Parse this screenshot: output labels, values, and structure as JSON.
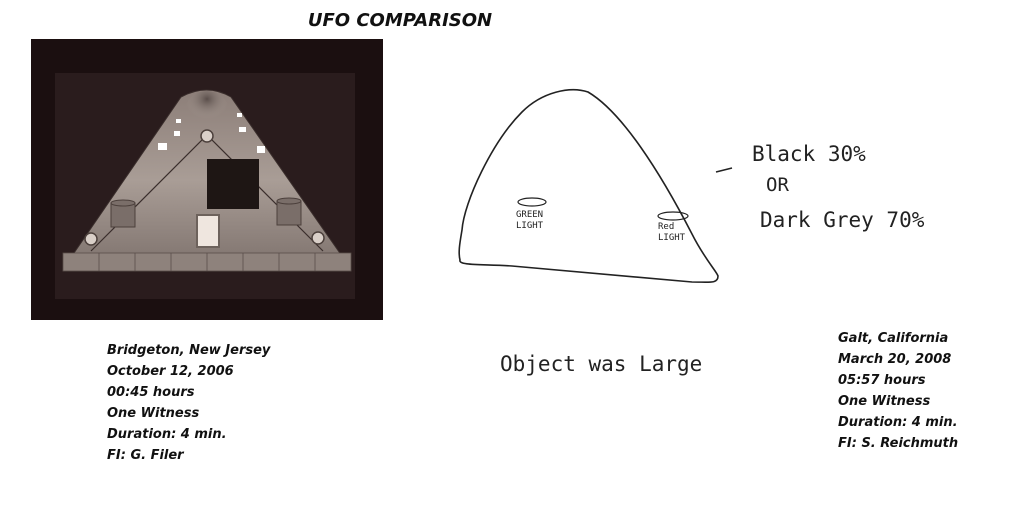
{
  "title": "UFO COMPARISON",
  "left_report": {
    "location": "Bridgeton, New Jersey",
    "date": "October 12, 2006",
    "time": "00:45 hours",
    "witness": "One Witness",
    "duration": "Duration: 4 min.",
    "investigator": "FI: G. Filer"
  },
  "right_report": {
    "location": "Galt, California",
    "date": "March 20, 2008",
    "time": "05:57 hours",
    "witness": "One Witness",
    "duration": "Duration: 4 min.",
    "investigator": "FI:  S. Reichmuth"
  },
  "sketch": {
    "left_light": "GREEN LIGHT",
    "right_light": "Red LIGHT",
    "color_line1": "Black 30%",
    "color_line2": "OR",
    "color_line3": "Dark Grey 70%",
    "size_note": "Object was Large"
  }
}
